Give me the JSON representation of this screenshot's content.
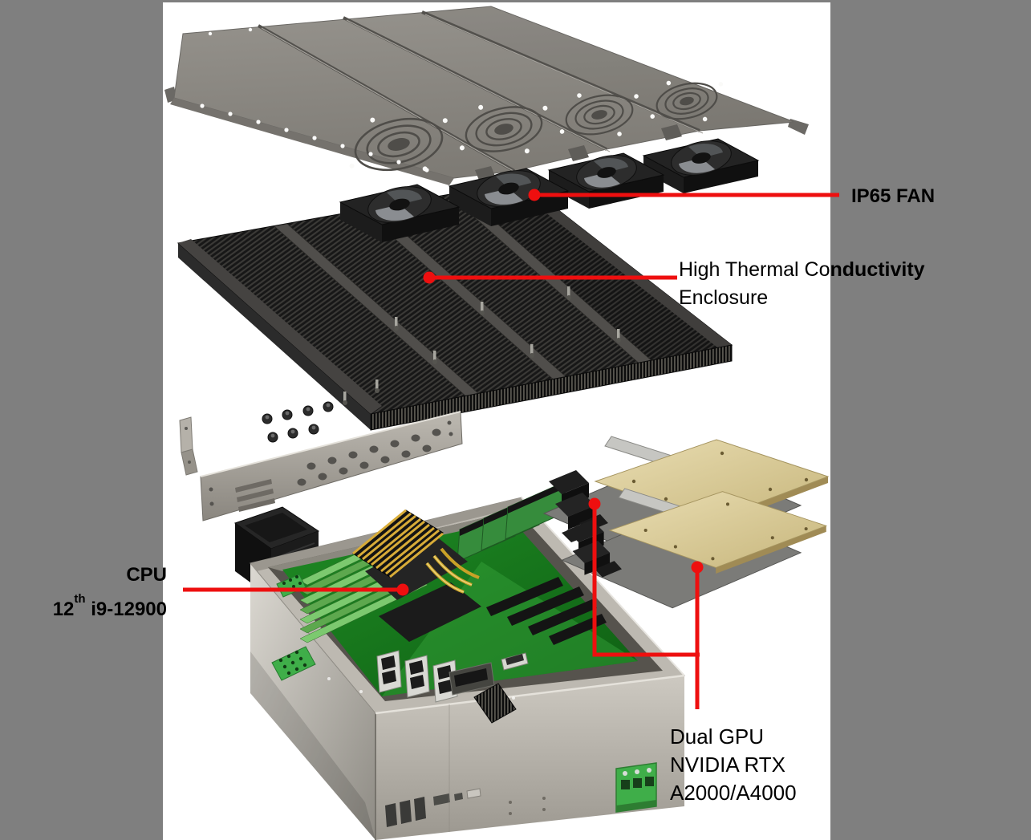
{
  "palette": {
    "page_background": "#7f7f7f",
    "image_background": "#ffffff",
    "callout_accent": "#ee0f0f",
    "gpu_plate_gold": "#d9cda6",
    "pcb_green": "#1a7a1f"
  },
  "callouts": {
    "fan": {
      "label": "IP65 FAN"
    },
    "enclosure": {
      "line1_normal": "High Thermal Co",
      "line1_bold": "nductivity",
      "line2": "Enclosure"
    },
    "cpu": {
      "line1": "CPU",
      "line2_prefix": "12",
      "line2_sup": "th",
      "line2_suffix": " i9-12900"
    },
    "gpu": {
      "line1": "Dual GPU",
      "line2": "NVIDIA RTX",
      "line3": "A2000/A4000"
    }
  }
}
